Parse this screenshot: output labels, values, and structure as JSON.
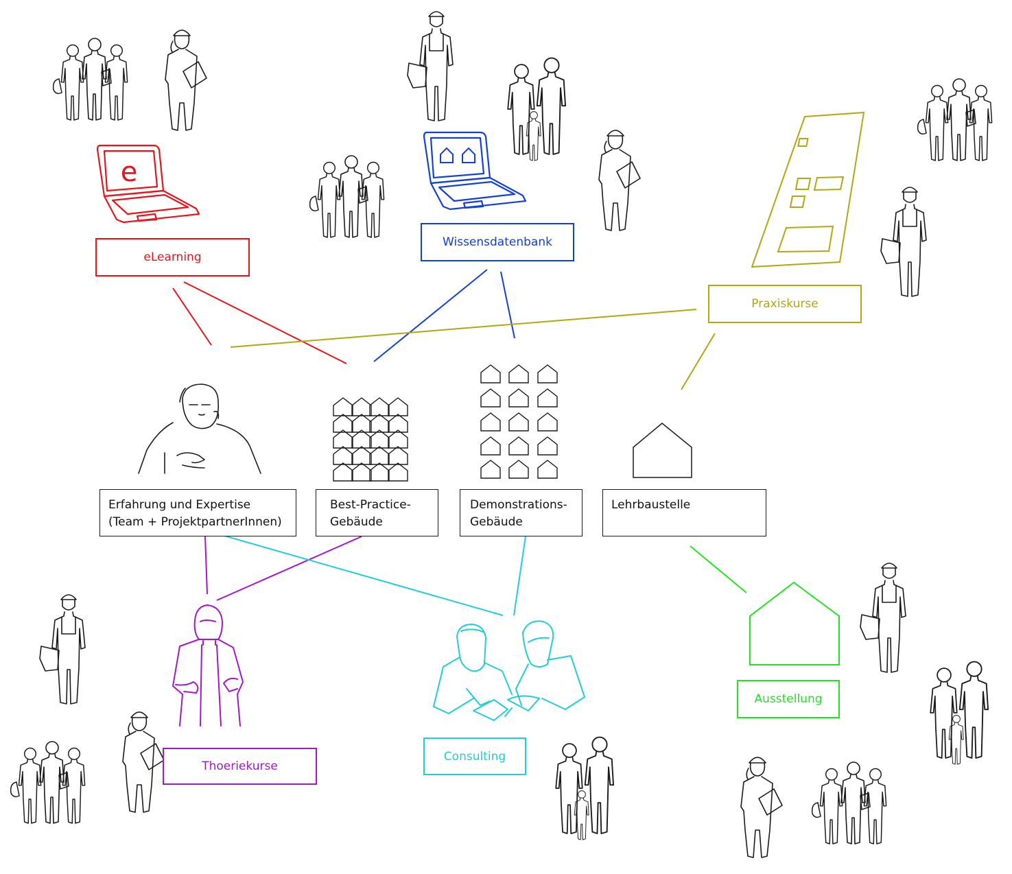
{
  "colors": {
    "elearning": "#e8141b",
    "wissensdatenbank": "#1240d8",
    "praxiskurse": "#b5a511",
    "thoeriekurse": "#a316c9",
    "consulting": "#20cdd6",
    "ausstellung": "#21e320",
    "outline": "#1a1a1a"
  },
  "laptop_elearning": {
    "screen_letter": "e"
  },
  "top_boxes": {
    "elearning": "eLearning",
    "wissensdatenbank": "Wissensdatenbank",
    "praxiskurse": "Praxiskurse"
  },
  "center_boxes": {
    "erfahrung": {
      "line1": "Erfahrung und Expertise",
      "line2": "(Team + ProjektpartnerInnen)"
    },
    "best_practice": {
      "line1": "Best-Practice-",
      "line2": "Gebäude"
    },
    "demonstration": {
      "line1": "Demonstrations-",
      "line2": "Gebäude"
    },
    "lehrbaustelle": {
      "line1": "Lehrbaustelle"
    }
  },
  "bottom_boxes": {
    "thoeriekurse": "Thoeriekurse",
    "consulting": "Consulting",
    "ausstellung": "Ausstellung"
  },
  "icons": {
    "person_groups": [
      "group-of-three-icon",
      "woman-with-folder-icon",
      "worker-with-helmet-icon",
      "family-icon"
    ],
    "buildings": [
      "house-icon"
    ],
    "devices": [
      "laptop-icon"
    ]
  }
}
